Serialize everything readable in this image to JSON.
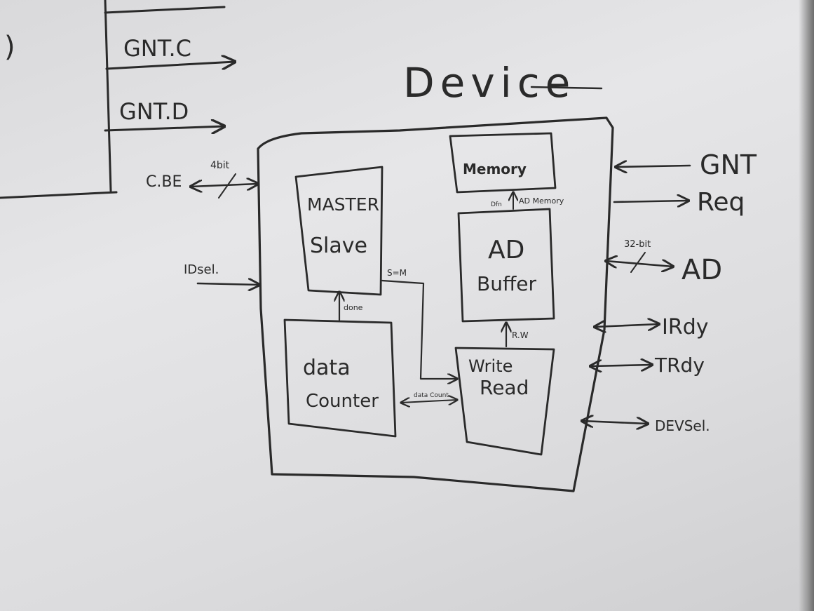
{
  "title": "Device",
  "left_list": {
    "items": [
      "GNT.C",
      "GNT.D"
    ],
    "partial_mark": ")"
  },
  "blocks": {
    "master_slave": {
      "line1": "MASTER",
      "line2": "Slave"
    },
    "data_counter": {
      "line1": "data",
      "line2": "Counter"
    },
    "memory": {
      "label": "Memory"
    },
    "ad_buffer": {
      "line1": "AD",
      "line2": "Buffer"
    },
    "write_read": {
      "line1": "Write",
      "line2": "Read"
    }
  },
  "internal_labels": {
    "done": "done",
    "s_m": "S=M",
    "data_count": "data Count",
    "r_w": "R.W",
    "ad_memory": "AD Memory",
    "ad_memory_prefix": "Dfn"
  },
  "left_signals": {
    "cbe": "C.BE",
    "cbe_width": "4bit",
    "idsel": "IDsel."
  },
  "right_signals": {
    "gnt": "GNT",
    "req": "Req",
    "ad": "AD",
    "ad_width": "32-bit",
    "irdy": "IRdy",
    "trdy": "TRdy",
    "devsel": "DEVSel."
  }
}
